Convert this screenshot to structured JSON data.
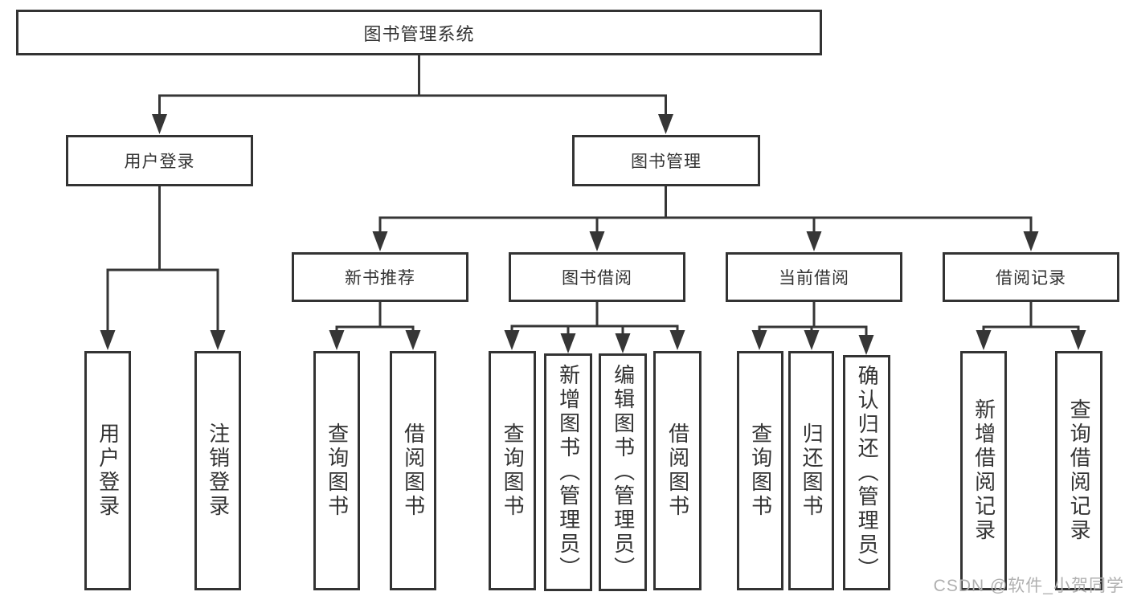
{
  "colors": {
    "box_border": "#333333",
    "connector": "#363636",
    "text": "#333333",
    "watermark": "#b0b0b0",
    "background": "#ffffff"
  },
  "diagram": {
    "root": {
      "label": "图书管理系统"
    },
    "branches": [
      {
        "label": "用户登录",
        "children": [
          "用户登录",
          "注销登录"
        ]
      },
      {
        "label": "图书管理",
        "groups": [
          {
            "label": "新书推荐",
            "children": [
              "查询图书",
              "借阅图书"
            ]
          },
          {
            "label": "图书借阅",
            "children": [
              "查询图书",
              "新增图书（管理员）",
              "编辑图书（管理员）",
              "借阅图书"
            ]
          },
          {
            "label": "当前借阅",
            "children": [
              "查询图书",
              "归还图书",
              "确认归还（管理员）"
            ]
          },
          {
            "label": "借阅记录",
            "children": [
              "新增借阅记录",
              "查询借阅记录"
            ]
          }
        ]
      }
    ]
  },
  "watermark": {
    "label": "CSDN @软件_小贺同学"
  }
}
